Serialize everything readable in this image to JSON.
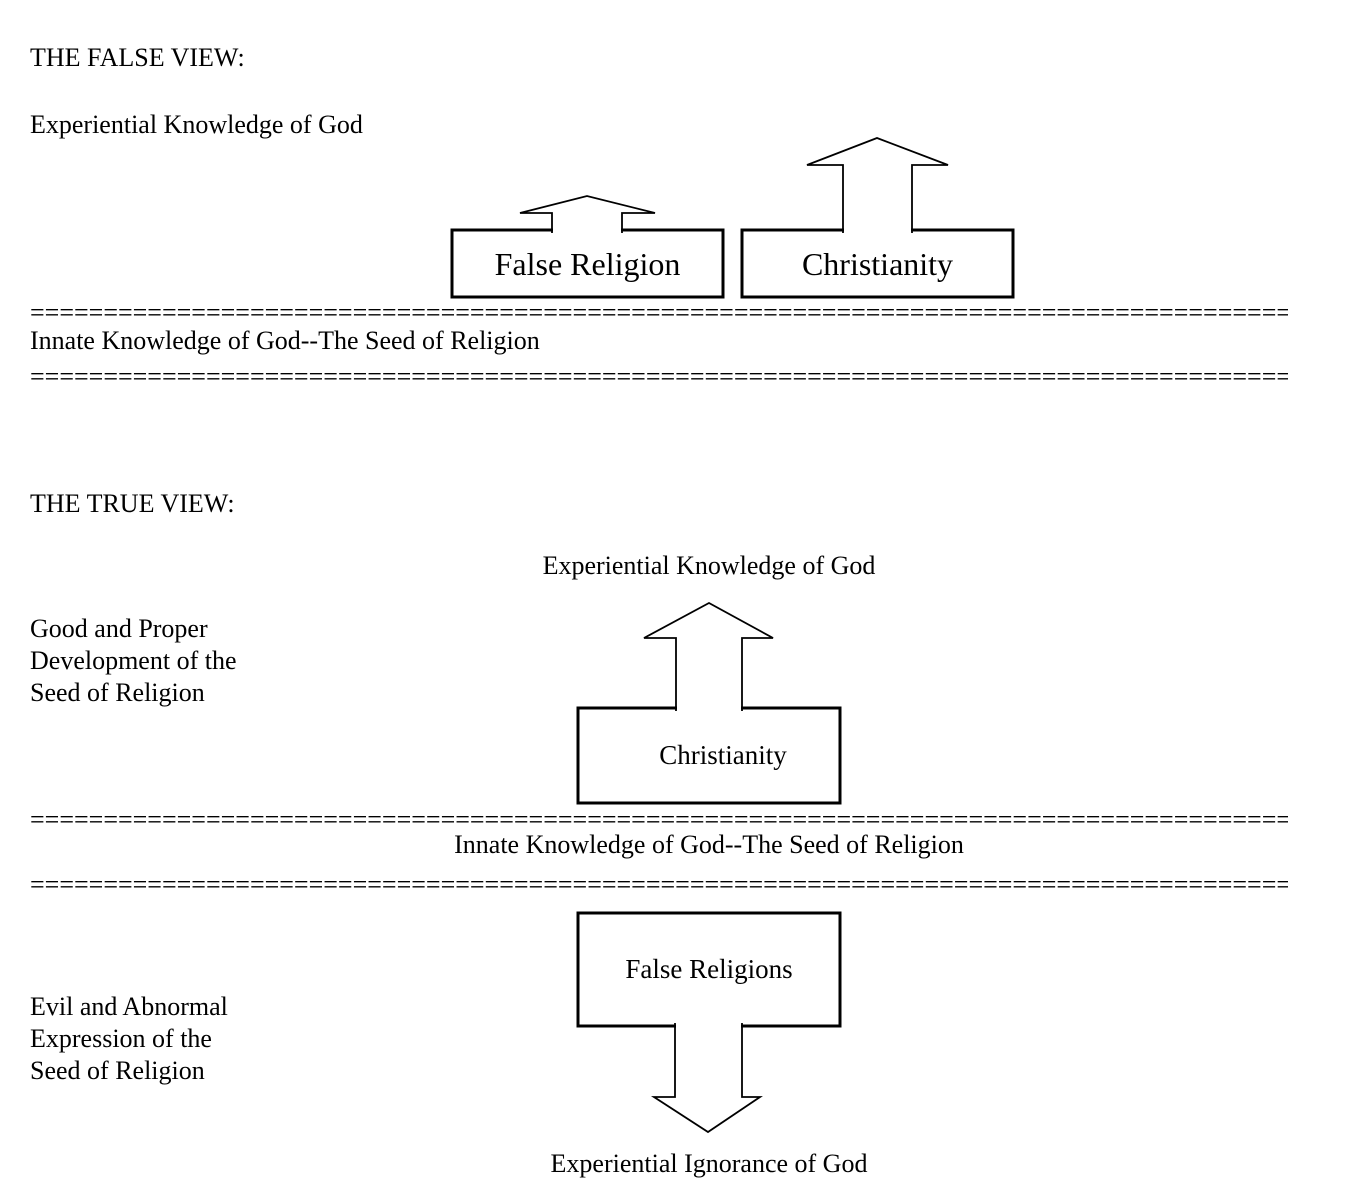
{
  "separator": "======================================================================================",
  "false_view": {
    "heading": "THE FALSE VIEW:",
    "experiential_label": "Experiential Knowledge of God",
    "false_religion_box_label": "False Religion",
    "christianity_box_label": "Christianity",
    "innate_label": "Innate Knowledge of God--The Seed of Religion"
  },
  "true_view": {
    "heading": "THE TRUE VIEW:",
    "experiential_label": "Experiential Knowledge of God",
    "good_note": [
      "Good and Proper",
      "Development of the",
      "Seed of Religion"
    ],
    "christianity_box_label": "Christianity",
    "innate_label": "Innate Knowledge of God--The Seed of Religion",
    "false_religions_box_label": "False Religions",
    "evil_note": [
      "Evil and Abnormal",
      "Expression of the",
      "Seed of Religion"
    ],
    "ignorance_label": "Experiential Ignorance of God"
  }
}
